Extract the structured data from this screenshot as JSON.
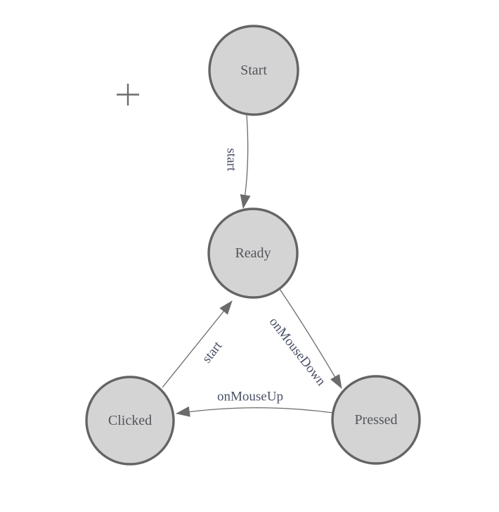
{
  "canvas": {
    "background_color": "#ffffff"
  },
  "colors": {
    "node_fill": "#d4d4d4",
    "node_stroke": "#646464",
    "edge_stroke": "#6b6b6b",
    "arrowhead_fill": "#6b6b6b",
    "node_label_color": "#53555c",
    "edge_label_color": "#4a5166",
    "crosshair_color": "#6b6b6b"
  },
  "icons": {
    "crosshair_plus": "plus-crosshair",
    "arrowhead": "filled-triangle"
  },
  "nodes": [
    {
      "id": "start",
      "label": "Start"
    },
    {
      "id": "ready",
      "label": "Ready"
    },
    {
      "id": "clicked",
      "label": "Clicked"
    },
    {
      "id": "pressed",
      "label": "Pressed"
    }
  ],
  "edges": [
    {
      "id": "start-to-ready",
      "label": "start",
      "from": "Start",
      "to": "Ready"
    },
    {
      "id": "ready-to-pressed",
      "label": "onMouseDown",
      "from": "Ready",
      "to": "Pressed"
    },
    {
      "id": "pressed-to-clicked",
      "label": "onMouseUp",
      "from": "Pressed",
      "to": "Clicked"
    },
    {
      "id": "clicked-to-ready",
      "label": "start",
      "from": "Clicked",
      "to": "Ready"
    }
  ]
}
